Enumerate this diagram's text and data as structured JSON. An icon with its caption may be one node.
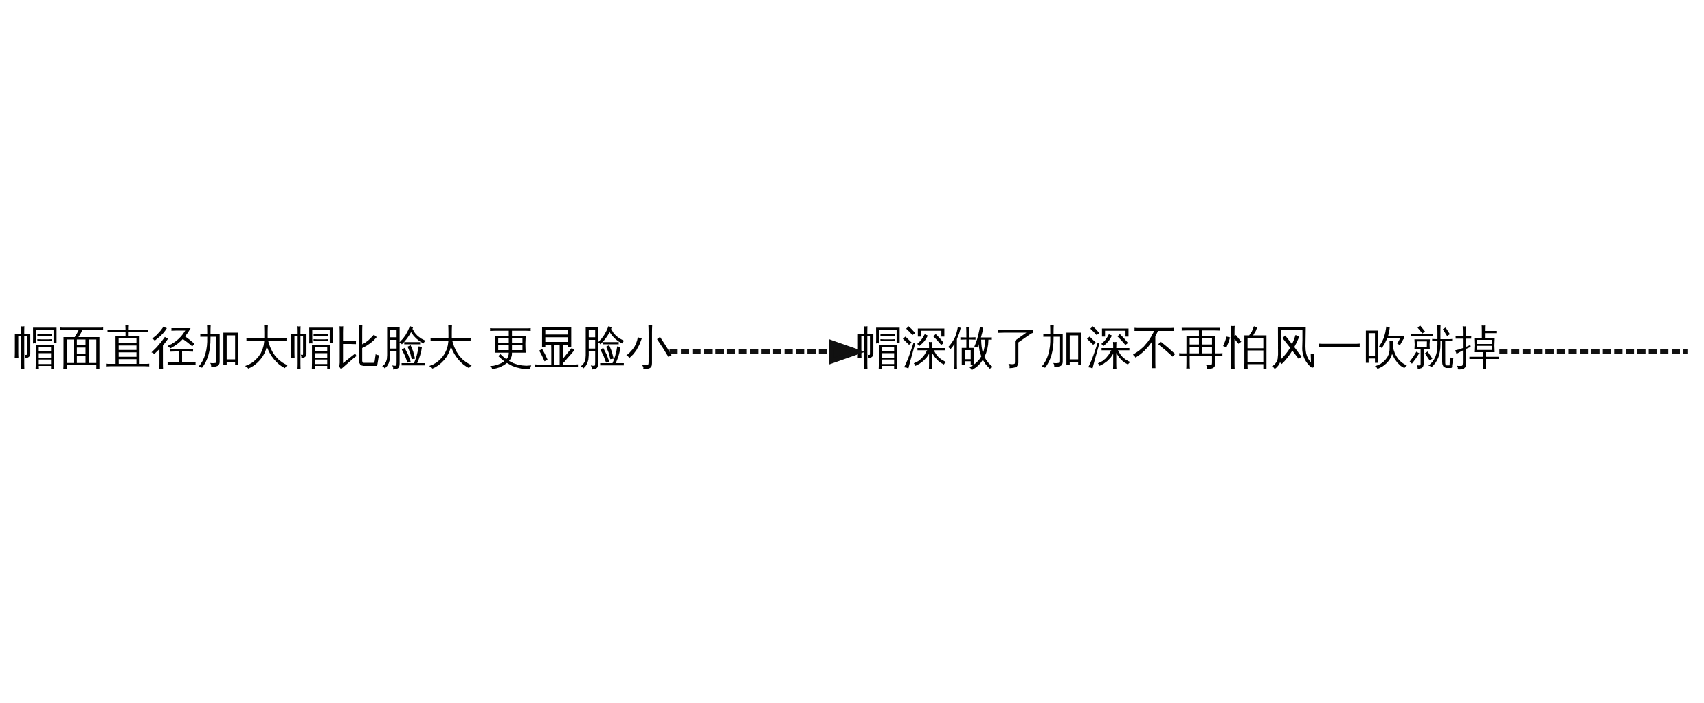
{
  "diagram": {
    "nodes": [
      {
        "text": [
          "帽面直径加大帽比脸大 更显脸小"
        ]
      },
      {
        "text": [
          "帽深做了加深不再怕风一吹就掉"
        ]
      }
    ],
    "edges": [
      {
        "from": 0,
        "to": 1,
        "arrow": "to",
        "style": "dashed"
      },
      {
        "from": 1,
        "to": null,
        "arrow": "none",
        "style": "dashed"
      }
    ]
  }
}
